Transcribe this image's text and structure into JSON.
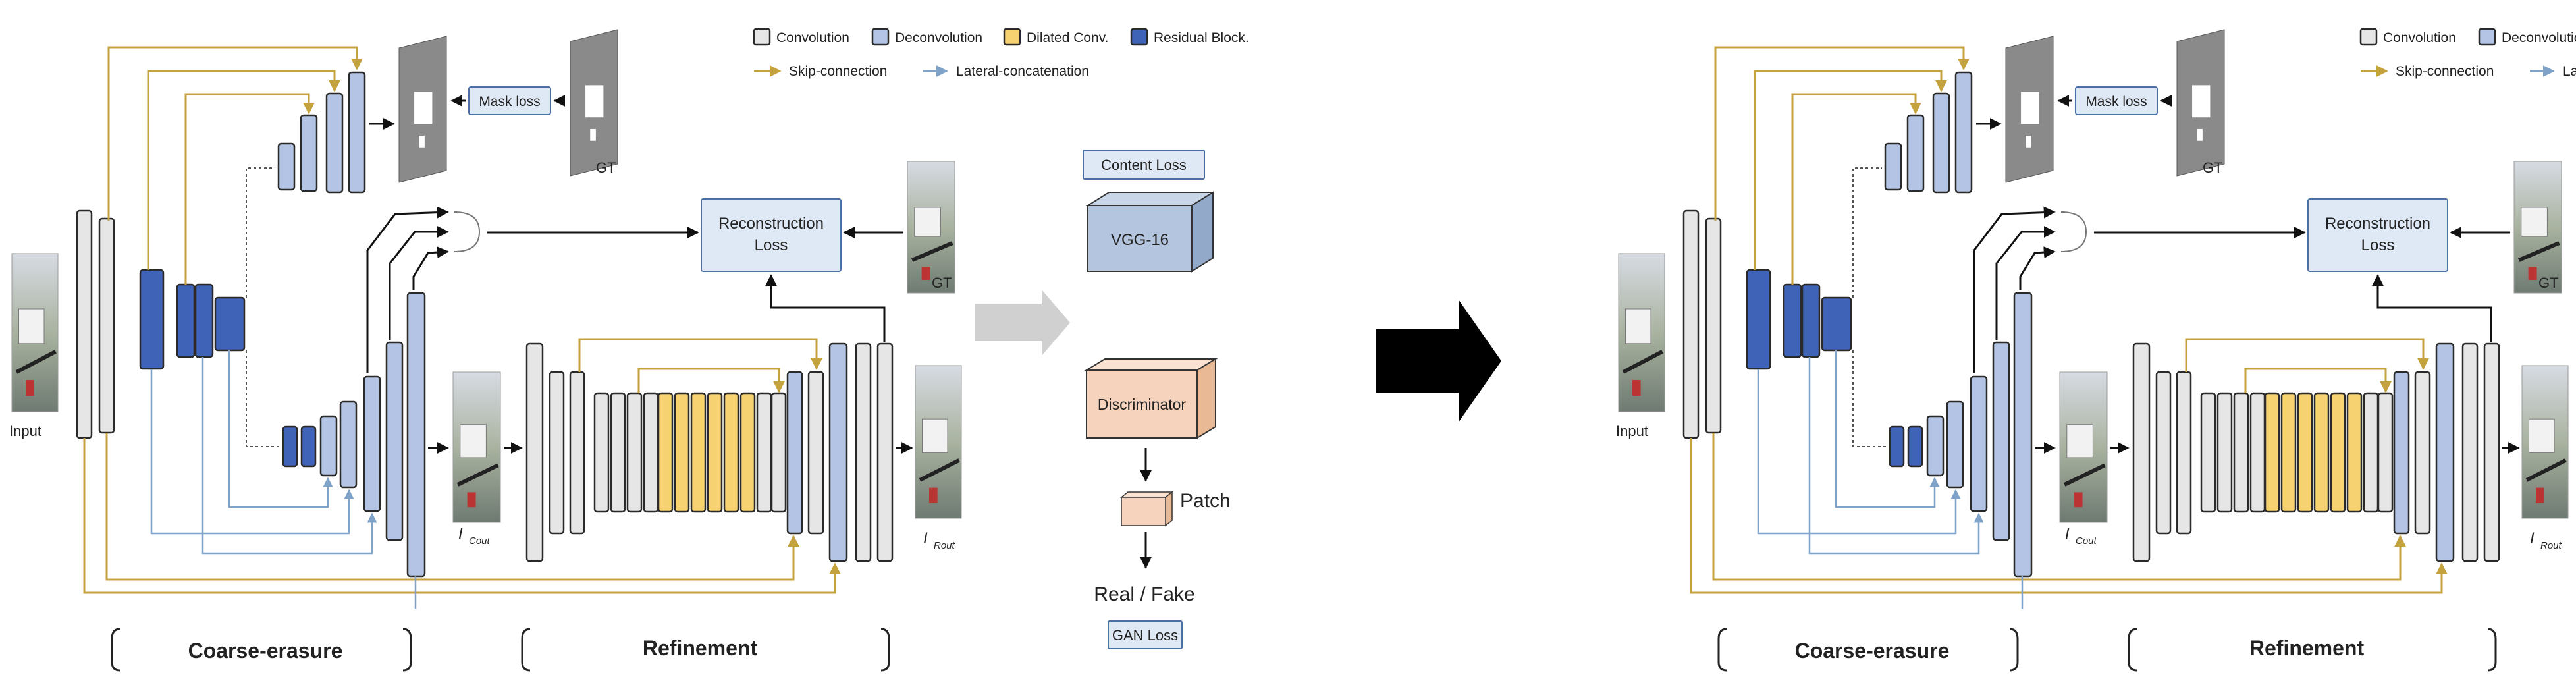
{
  "legend": {
    "convolution": "Convolution",
    "deconvolution": "Deconvolution",
    "dilated": "Dilated  Conv.",
    "residual": "Residual Block.",
    "skip": "Skip-connection",
    "lateral": "Lateral-concatenation"
  },
  "labels": {
    "input": "Input",
    "mask_loss": "Mask loss",
    "gt": "GT",
    "reconstruction_loss_1": "Reconstruction",
    "reconstruction_loss_2": "Loss",
    "i_cout_main": "I",
    "i_cout_sub": "Cout",
    "i_rout_main": "I",
    "i_rout_sub": "Rout",
    "coarse": "Coarse-erasure",
    "refinement": "Refinement",
    "content_loss": "Content Loss",
    "vgg": "VGG-16",
    "discriminator": "Discriminator",
    "patch": "Patch",
    "real_fake": "Real / Fake",
    "gan_loss": "GAN Loss"
  },
  "colors": {
    "conv": "#e6e6e6",
    "deconv": "#b4c4e4",
    "dilated": "#f6d271",
    "residual": "#3f63b6",
    "skip": "#c4a23e",
    "lateral": "#7fa3c8",
    "loss_box": "#dfe9f5",
    "discriminator": "#f6d3bd",
    "big_arrow": "#000000"
  }
}
